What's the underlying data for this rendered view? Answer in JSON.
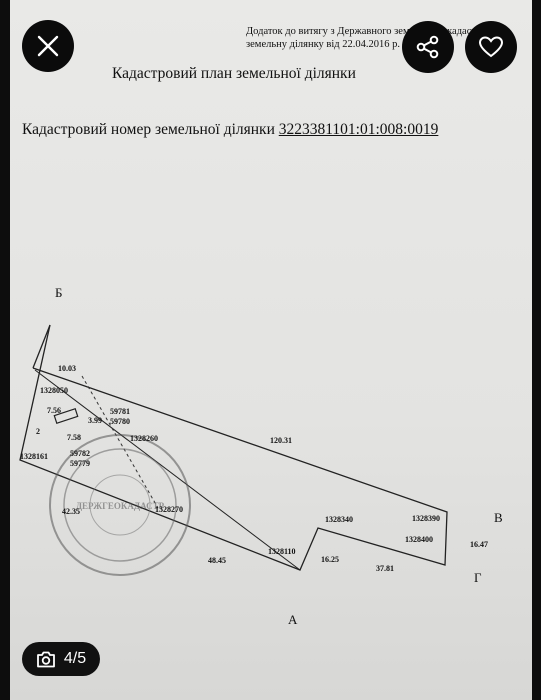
{
  "document": {
    "header_line1": "Додаток до витягу з Державного земельного кадастру про",
    "header_line2": "земельну ділянку від 22.04.2016 р. № 06",
    "title": "Кадастровий план земельної ділянки",
    "cadastral_label": "Кадастровий номер земельної ділянки",
    "cadastral_number": "3223381101:01:008:0019"
  },
  "plan": {
    "corner_labels": {
      "b": "Б",
      "v": "В",
      "g": "Г",
      "a": "А"
    },
    "lengths": [
      "10.03",
      "120.31",
      "16.47",
      "37.81",
      "16.25",
      "48.45",
      "42.35",
      "2",
      "7.56",
      "7.58",
      "3.99"
    ],
    "neighbors": [
      "1328050",
      "1328260",
      "1328161",
      "1328270",
      "1328110",
      "1328340",
      "1328390",
      "1328400"
    ],
    "building_codes": [
      "59781",
      "59780",
      "59782",
      "59779"
    ]
  },
  "viewer": {
    "counter": "4/5",
    "close_icon": "close-icon",
    "share_icon": "share-icon",
    "favorite_icon": "heart-icon",
    "camera_icon": "camera-icon"
  }
}
